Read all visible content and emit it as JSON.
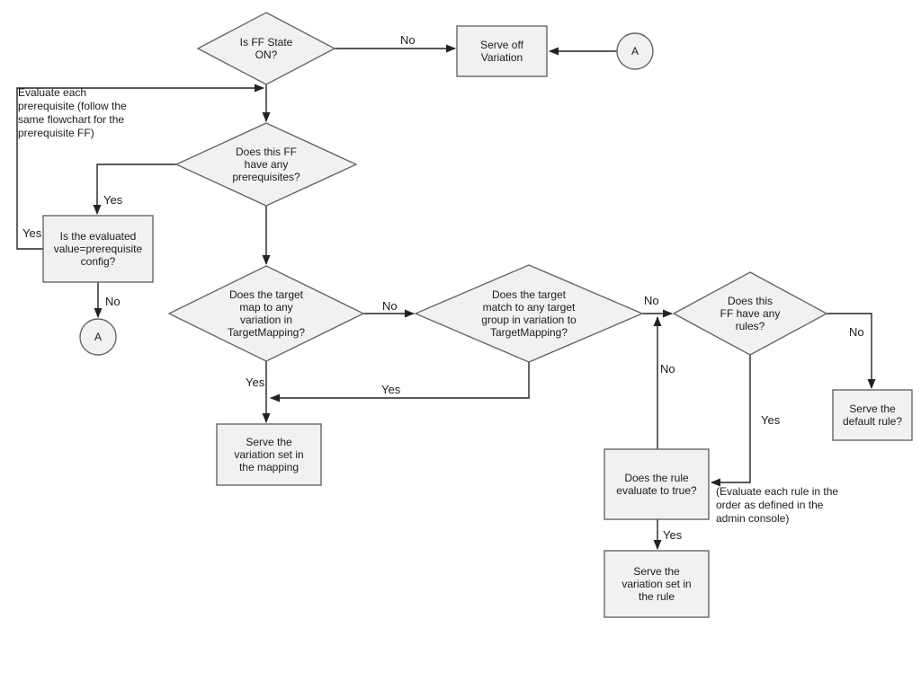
{
  "colors": {
    "background": "#ffffff",
    "node_fill": "#f1f1f1",
    "node_stroke": "#666666",
    "line": "#222222",
    "text": "#1b1b1b"
  },
  "nodes": {
    "ff_state": "Is FF State\nON?",
    "serve_off_variation": "Serve off\nVariation",
    "connector_a_top": "A",
    "prereq_note": "Evaluate each\nprerequisite (follow the\nsame flowchart for the\nprerequisite FF)",
    "has_prerequisites": "Does this FF\nhave any\nprerequisites?",
    "evaluated_value": "Is the evaluated\nvalue=prerequisite\nconfig?",
    "connector_a_left": "A",
    "target_map": "Does the target\nmap to any\nvariation in\nTargetMapping?",
    "target_match": "Does the target\nmatch to any target\ngroup in variation to\nTargetMapping?",
    "has_rules": "Does this\nFF have any\nrules?",
    "serve_mapping": "Serve the\nvariation set in\nthe mapping",
    "serve_default": "Serve the\ndefault rule?",
    "rule_evaluate": "Does the rule\nevaluate to true?",
    "rule_note": "(Evaluate each rule in the\norder as defined in the\nadmin console)",
    "serve_rule": "Serve the\nvariation set in\nthe rule"
  },
  "edge_labels": {
    "ff_state_no": "No",
    "loop_yes": "Yes",
    "prereq_yes": "Yes",
    "evaluated_no": "No",
    "target_map_no": "No",
    "target_map_yes": "Yes",
    "target_match_no": "No",
    "target_match_yes": "Yes",
    "rules_no": "No",
    "rules_yes": "Yes",
    "rule_eval_no": "No",
    "rule_eval_yes": "Yes"
  }
}
